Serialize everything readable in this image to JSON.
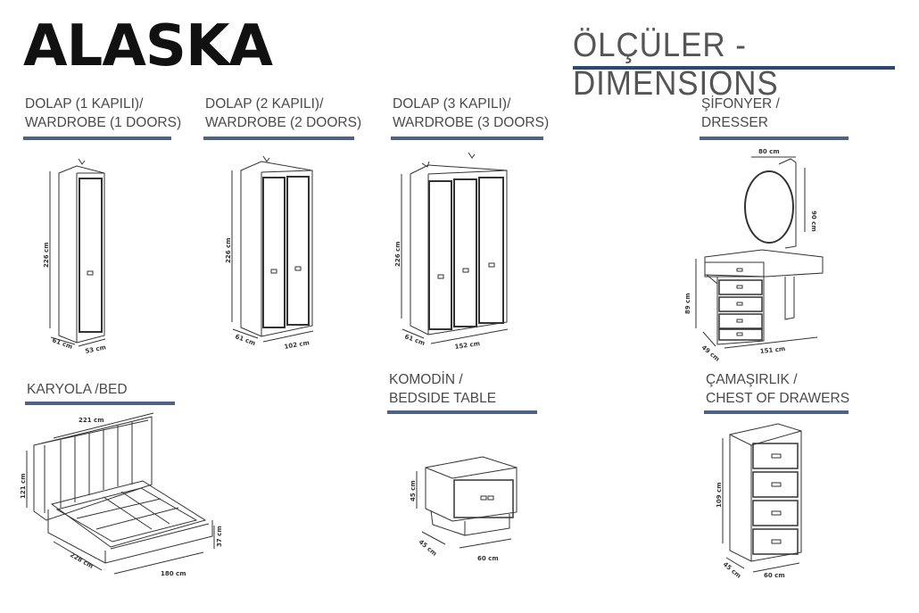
{
  "header": {
    "brand": "ALASKA",
    "dimensions_title": "ÖLÇÜLER - DIMENSIONS"
  },
  "sections": {
    "wardrobe1": {
      "line1": "DOLAP (1 KAPILI)/",
      "line2": "WARDROBE (1 DOORS)",
      "height": "226 cm",
      "depth": "61 cm",
      "width": "53 cm"
    },
    "wardrobe2": {
      "line1": "DOLAP (2 KAPILI)/",
      "line2": "WARDROBE (2 DOORS)",
      "height": "226 cm",
      "depth": "61 cm",
      "width": "102 cm"
    },
    "wardrobe3": {
      "line1": "DOLAP (3 KAPILI)/",
      "line2": "WARDROBE (3 DOORS)",
      "height": "226 cm",
      "depth": "61 cm",
      "width": "152 cm"
    },
    "dresser": {
      "line1": "ŞİFONYER /",
      "line2": "DRESSER",
      "mirror_width": "80 cm",
      "mirror_height": "90 cm",
      "height": "89 cm",
      "depth": "49 cm",
      "width": "151 cm"
    },
    "bed": {
      "line1": "KARYOLA /BED",
      "headboard_width": "221 cm",
      "headboard_height": "121 cm",
      "length": "228 cm",
      "width": "180 cm",
      "frame_height": "37 cm"
    },
    "bedside": {
      "line1": "KOMODİN /",
      "line2": "BEDSIDE TABLE",
      "height": "45 cm",
      "depth": "45 cm",
      "width": "60 cm"
    },
    "chest": {
      "line1": "ÇAMAŞIRLIK /",
      "line2": "CHEST OF DRAWERS",
      "height": "109 cm",
      "depth": "45 cm",
      "width": "60 cm"
    }
  },
  "colors": {
    "accent": "#4d6285",
    "title_bar": "#2d4a6e",
    "line": "#333333"
  }
}
